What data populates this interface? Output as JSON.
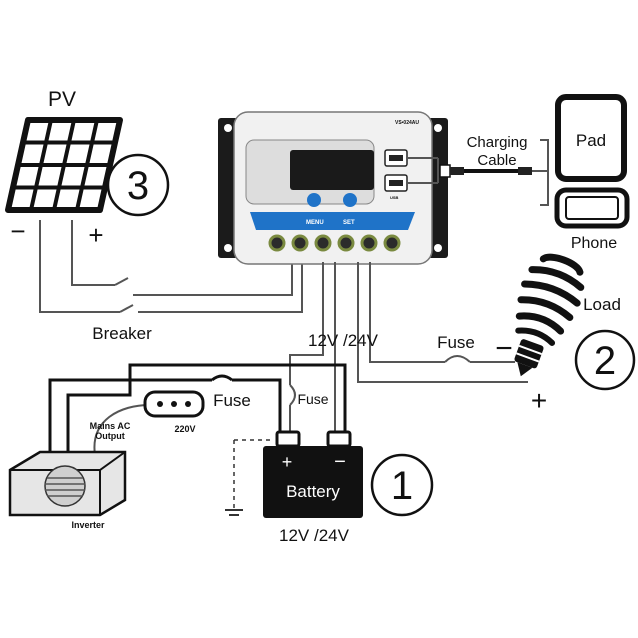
{
  "labels": {
    "pv": "PV",
    "charging_cable": "Charging\nCable",
    "pad": "Pad",
    "phone": "Phone",
    "load": "Load",
    "breaker": "Breaker",
    "voltage_top": "12V /24V",
    "fuse_load": "Fuse",
    "fuse_left": "Fuse",
    "fuse_mid": "Fuse",
    "mains_ac_output": "Mains AC\nOutput",
    "outlet_voltage": "220V",
    "inverter": "Inverter",
    "battery": "Battery",
    "voltage_bottom": "12V /24V",
    "minus": "−",
    "plus": "+",
    "controller_menu": "MENU",
    "controller_set": "SET",
    "controller_model": "VS•024AU",
    "controller_usb": "USB"
  },
  "badges": {
    "battery_number": "1",
    "load_number": "2",
    "pv_number": "3"
  },
  "colors": {
    "line": "#111111",
    "wire": "#555555",
    "controller_blue": "#1f73c8",
    "display": "#1a1a1a"
  },
  "icons": {
    "solar_panel": "solar-panel-icon",
    "controller": "charge-controller-icon",
    "tablet": "tablet-icon",
    "phone": "phone-icon",
    "bulb": "light-bulb-icon",
    "inverter": "inverter-icon",
    "battery": "battery-icon"
  }
}
